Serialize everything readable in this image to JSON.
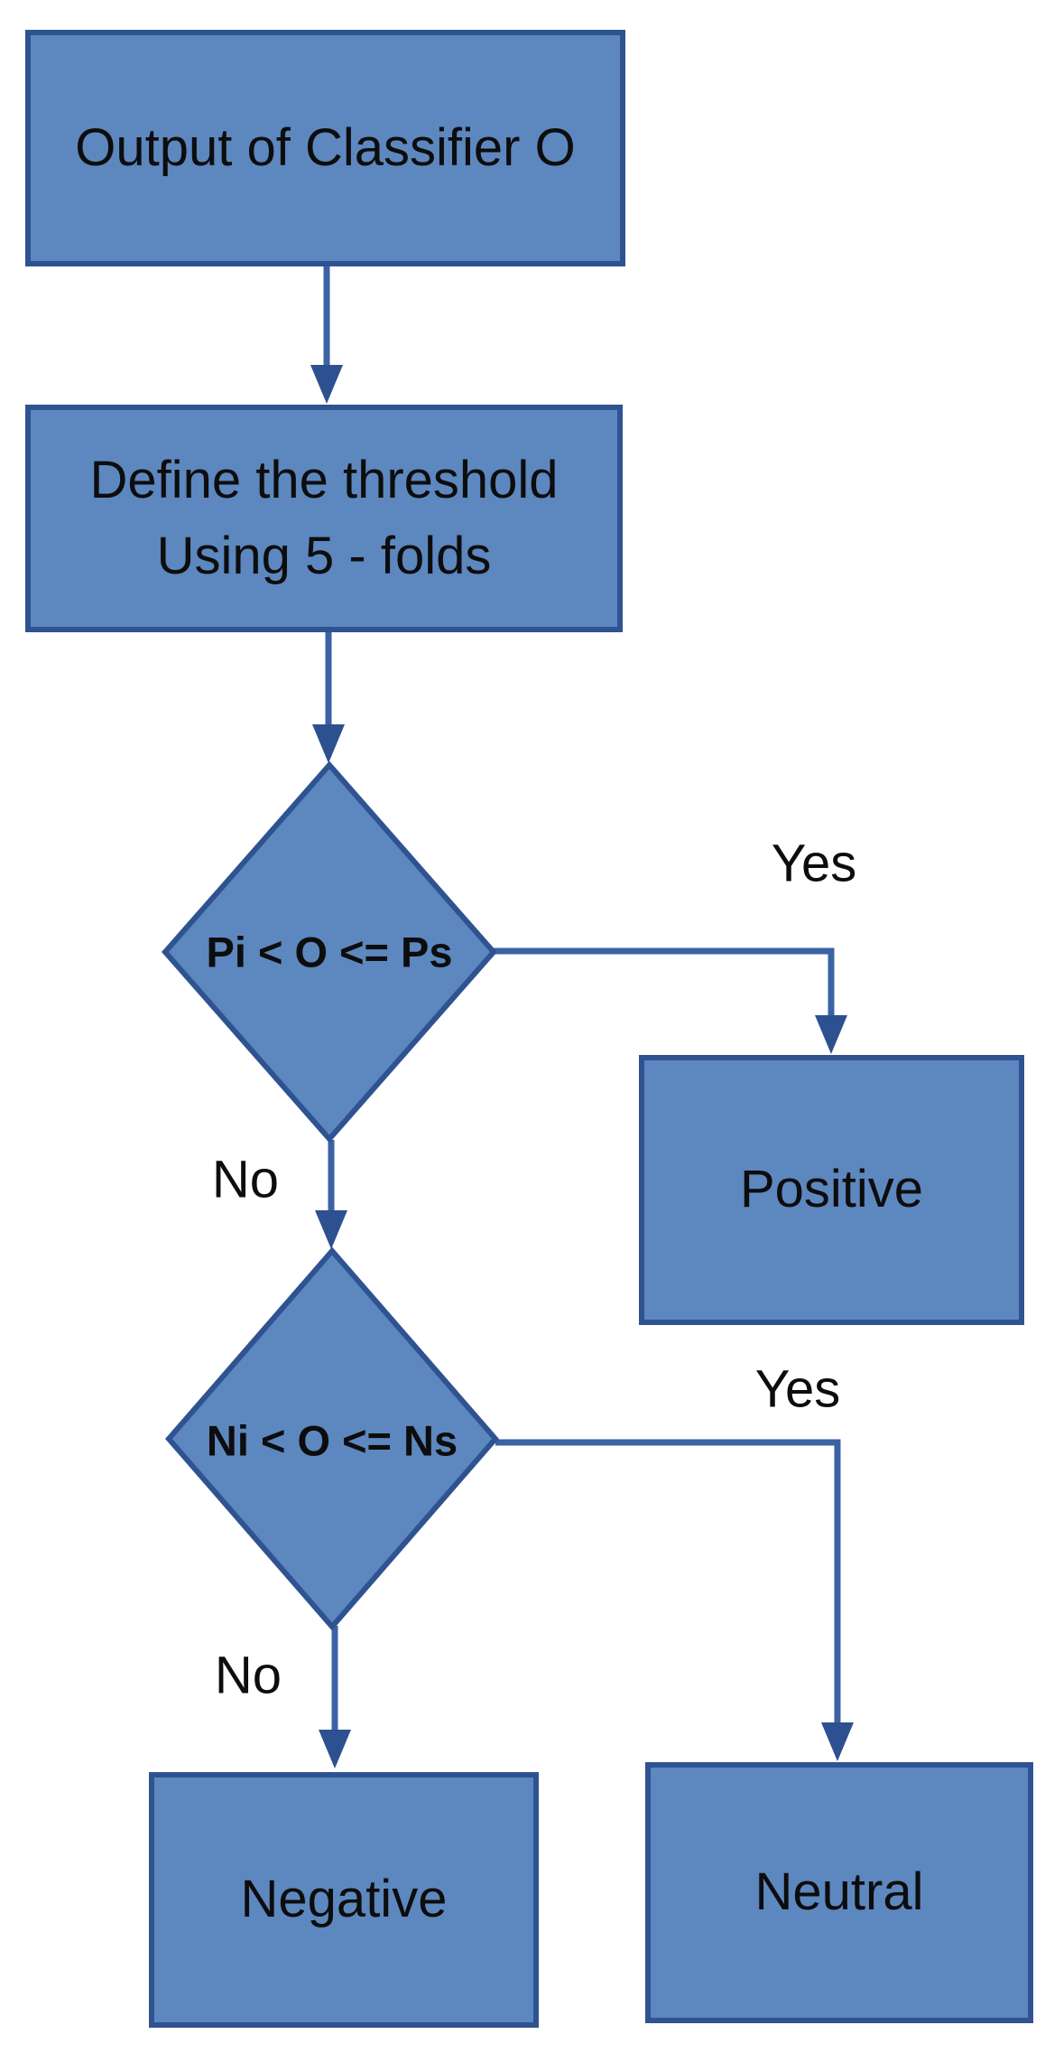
{
  "diagram": {
    "nodes": {
      "output": {
        "label": "Output of Classifier O"
      },
      "threshold": {
        "label": "Define the threshold\nUsing 5 - folds"
      },
      "decision_p": {
        "label": "Pi < O <= Ps"
      },
      "decision_n": {
        "label": "Ni < O <= Ns"
      },
      "positive": {
        "label": "Positive"
      },
      "negative": {
        "label": "Negative"
      },
      "neutral": {
        "label": "Neutral"
      }
    },
    "edge_labels": {
      "yes_p": "Yes",
      "no_p": "No",
      "yes_n": "Yes",
      "no_n": "No"
    },
    "colors": {
      "node_fill": "#5d87bf",
      "node_border": "#2f5391",
      "connector": "#3b63a4",
      "arrowhead": "#2d5190",
      "label_text": "#0d0d0d"
    }
  }
}
